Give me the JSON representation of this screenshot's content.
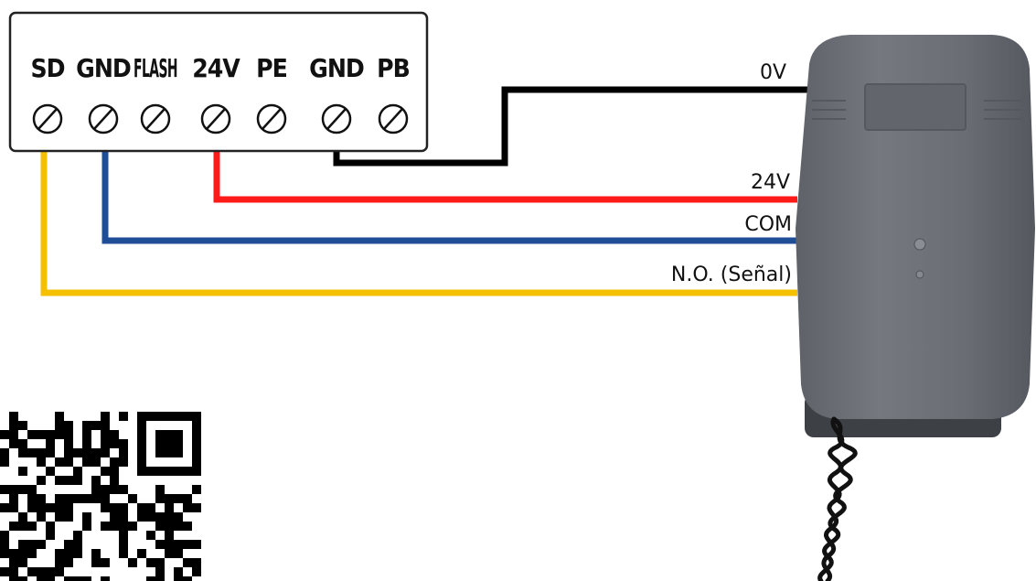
{
  "terminal_block": {
    "terminals": [
      {
        "label": "SD"
      },
      {
        "label": "GND"
      },
      {
        "label": "FLASH"
      },
      {
        "label": "24V"
      },
      {
        "label": "PE"
      },
      {
        "label": "GND"
      },
      {
        "label": "PB"
      }
    ]
  },
  "wires": [
    {
      "label": "0V",
      "color": "#000000",
      "from_terminal": "GND"
    },
    {
      "label": "24V",
      "color": "#ff0000",
      "from_terminal": "24V"
    },
    {
      "label": "COM",
      "color": "#1f4e96",
      "from_terminal": "GND"
    },
    {
      "label": "N.O. (Señal)",
      "color": "#f5c000",
      "from_terminal": "SD"
    }
  ],
  "receiver_device": {
    "body_color": "#6b6f75",
    "cable_color": "#111111"
  }
}
